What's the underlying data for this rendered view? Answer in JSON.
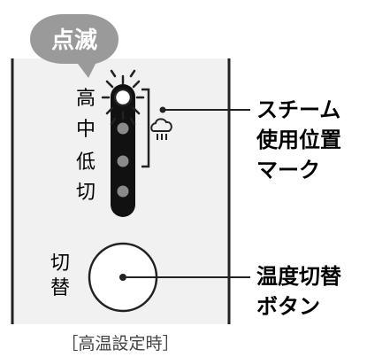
{
  "badge": {
    "label": "点滅"
  },
  "levels": [
    {
      "label": "高",
      "lit": true
    },
    {
      "label": "中",
      "lit": false
    },
    {
      "label": "低",
      "lit": false
    },
    {
      "label": "切",
      "lit": false
    }
  ],
  "button": {
    "label_line1": "切",
    "label_line2": "替"
  },
  "callouts": {
    "steam_mark": [
      "スチーム",
      "使用位置",
      "マーク"
    ],
    "temp_button": [
      "温度切替",
      "ボタン"
    ]
  },
  "caption": "［高温設定時］",
  "colors": {
    "badge": "#9a9a9a",
    "panel": "#f1f1f1",
    "bar": "#111111",
    "led_off": "#8a8a8a",
    "led_on": "#ffffff",
    "line": "#222222"
  }
}
